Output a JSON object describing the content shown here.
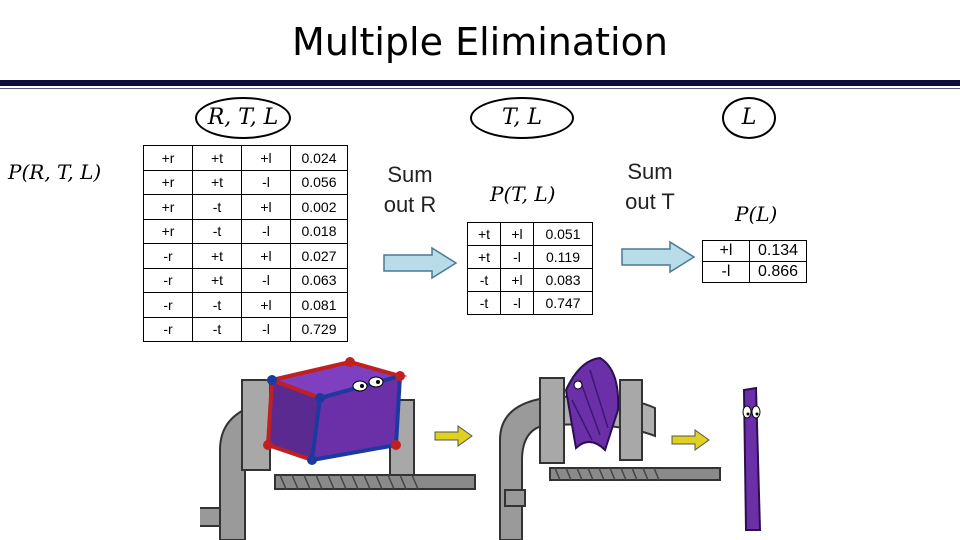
{
  "title": "Multiple Elimination",
  "ovals": {
    "rtl": "R, T, L",
    "tl": "T, L",
    "l": "L"
  },
  "factors": {
    "prtl": "P(R, T, L)",
    "ptl": "P(T, L)",
    "pl": "P(L)"
  },
  "table_rtl": {
    "rows": [
      [
        "+r",
        "+t",
        "+l",
        "0.024"
      ],
      [
        "+r",
        "+t",
        "-l",
        "0.056"
      ],
      [
        "+r",
        "-t",
        "+l",
        "0.002"
      ],
      [
        "+r",
        "-t",
        "-l",
        "0.018"
      ],
      [
        "-r",
        "+t",
        "+l",
        "0.027"
      ],
      [
        "-r",
        "+t",
        "-l",
        "0.063"
      ],
      [
        "-r",
        "-t",
        "+l",
        "0.081"
      ],
      [
        "-r",
        "-t",
        "-l",
        "0.729"
      ]
    ]
  },
  "table_tl": {
    "rows": [
      [
        "+t",
        "+l",
        "0.051"
      ],
      [
        "+t",
        "-l",
        "0.119"
      ],
      [
        "-t",
        "+l",
        "0.083"
      ],
      [
        "-t",
        "-l",
        "0.747"
      ]
    ]
  },
  "table_l": {
    "rows": [
      [
        "+l",
        "0.134"
      ],
      [
        "-l",
        "0.866"
      ]
    ]
  },
  "steps": {
    "sum_r_1": "Sum",
    "sum_r_2": "out R",
    "sum_t_1": "Sum",
    "sum_t_2": "out T"
  },
  "colors": {
    "purple": "#6b2fa8",
    "arrow_fill": "#b9dce9",
    "arrow_stroke": "#4a7a94",
    "vise": "#9a9a9a"
  }
}
